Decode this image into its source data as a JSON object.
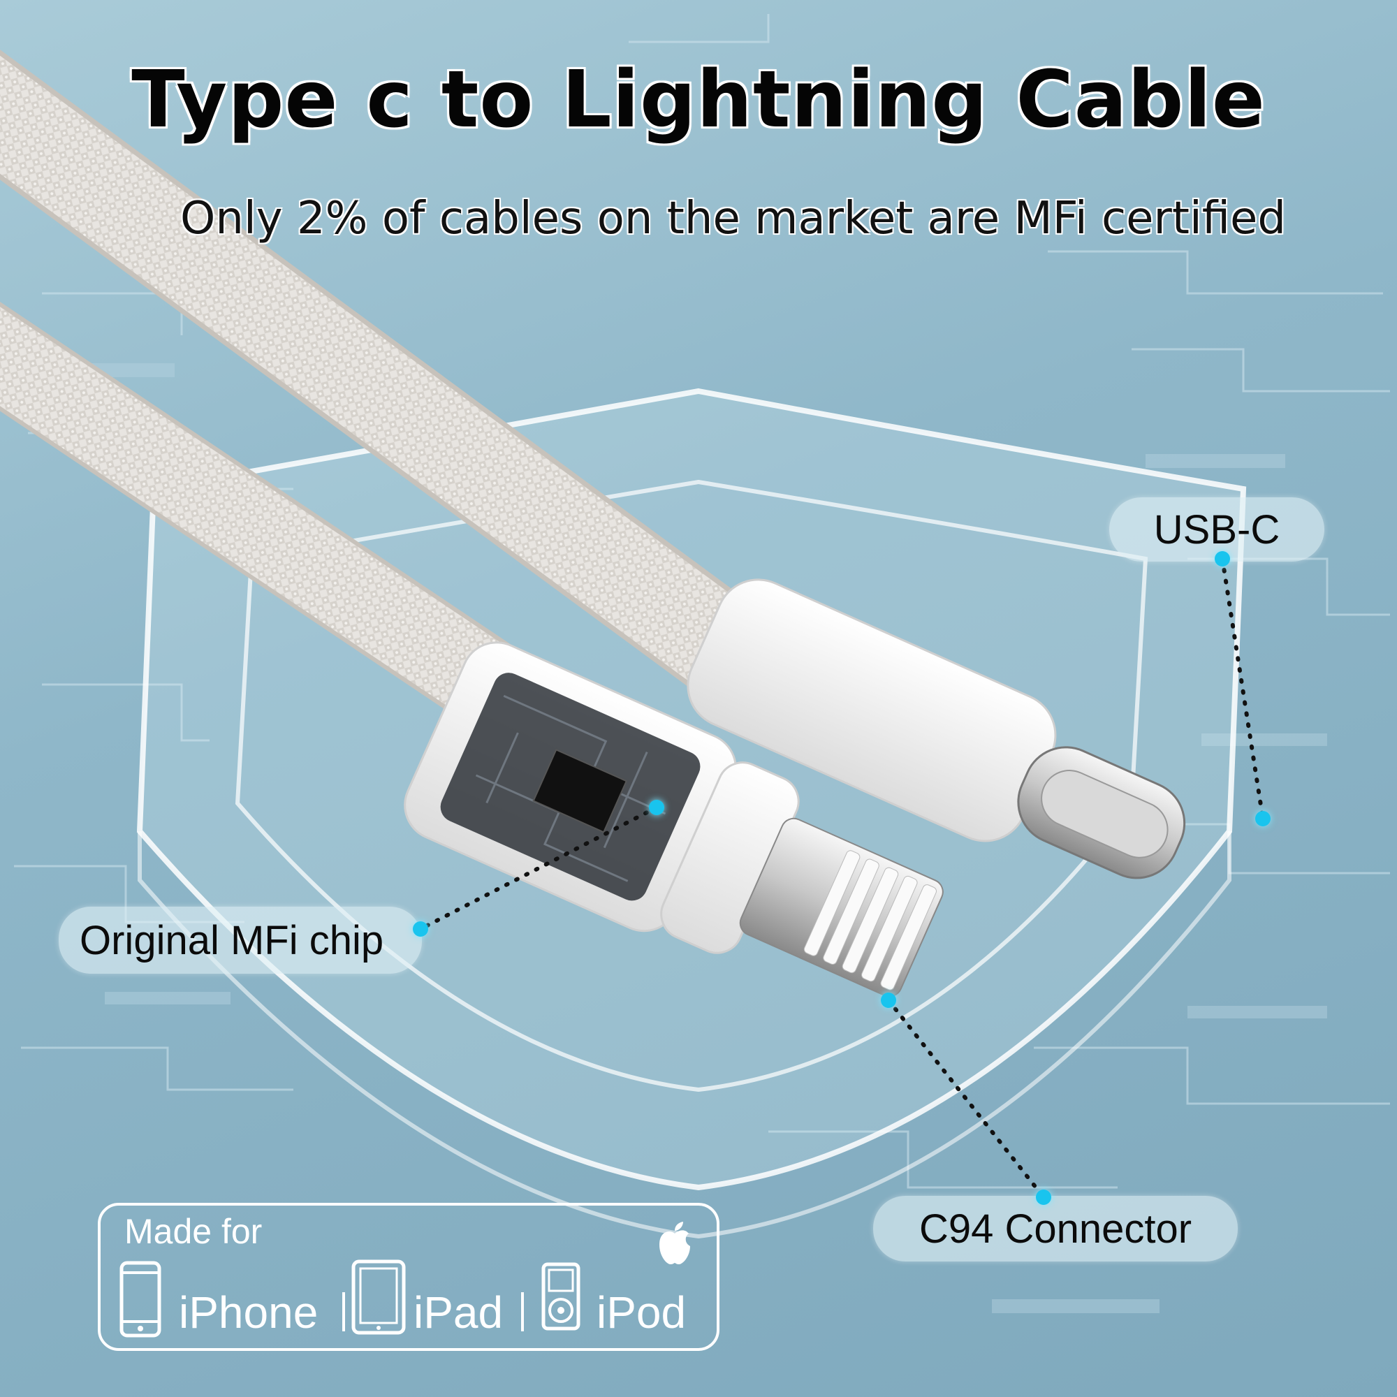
{
  "headline": {
    "title": "Type c to Lightning Cable",
    "subtitle": "Only 2% of cables on the market are MFi certified"
  },
  "callouts": {
    "usbc": "USB-C",
    "chip": "Original MFi chip",
    "connector": "C94 Connector"
  },
  "badge": {
    "made_for": "Made for",
    "iphone": "iPhone",
    "ipad": "iPad",
    "ipod": "iPod"
  },
  "colors": {
    "background": "#8fb7c9",
    "accent_dot": "#19c4ee",
    "cable": "#e9e6e2"
  },
  "icons": [
    "apple-logo-icon",
    "iphone-icon",
    "ipad-icon",
    "ipod-icon"
  ]
}
